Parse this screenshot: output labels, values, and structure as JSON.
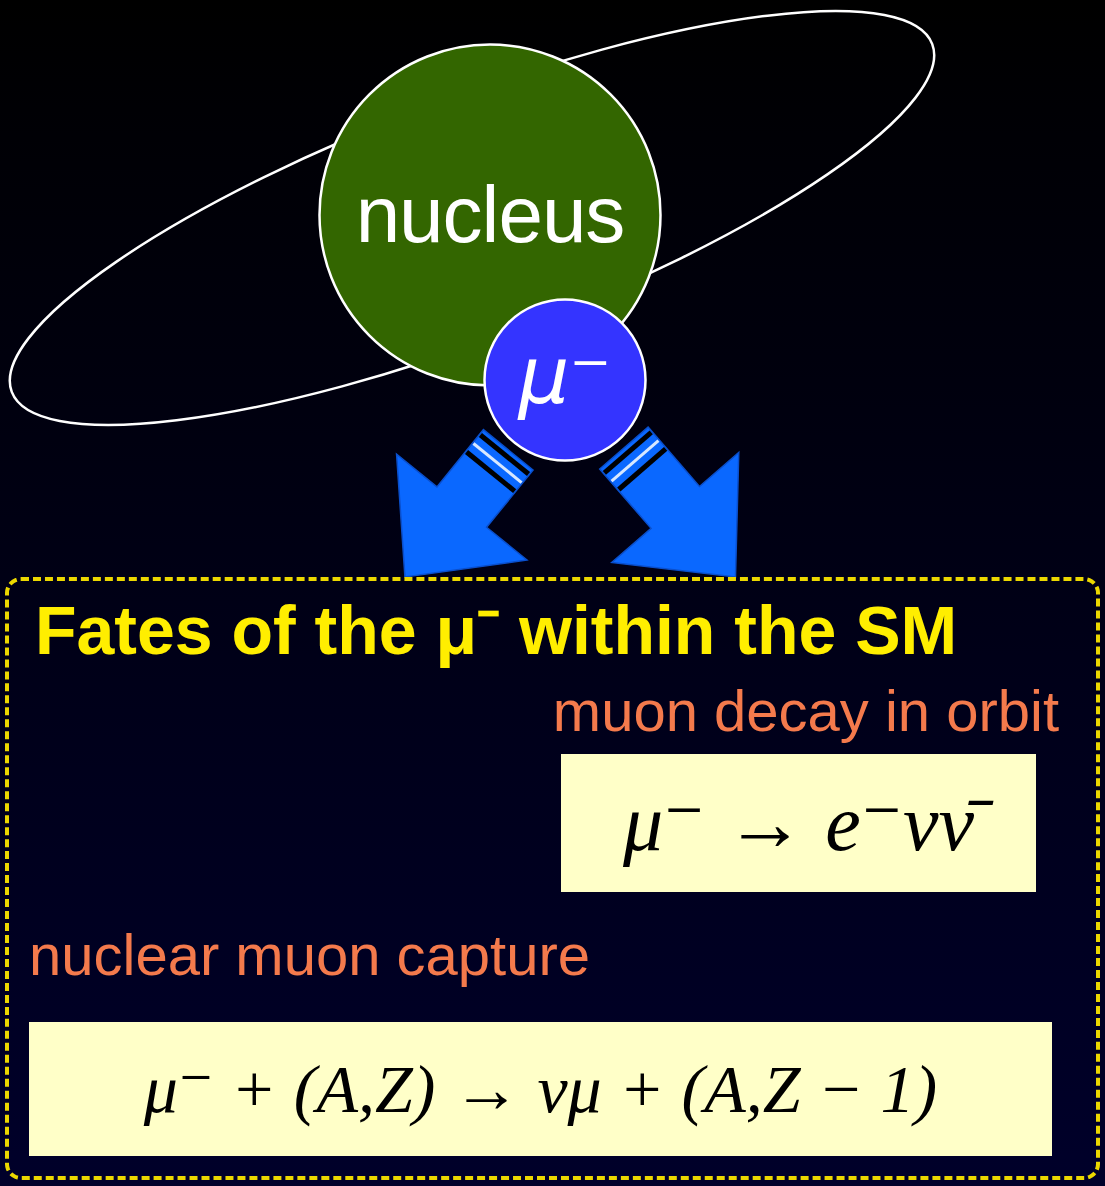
{
  "diagram": {
    "nodes": [
      {
        "text": [
          "nucleus"
        ]
      },
      {
        "text": [
          "μ⁻"
        ]
      },
      {
        "text": [
          "Fates of the μ⁻ within the SM"
        ]
      },
      {
        "text": [
          "muon decay in orbit",
          "μ⁻ → e⁻νν̄"
        ],
        "in": 2
      },
      {
        "text": [
          "nuclear muon capture",
          "μ⁻ + (A,Z) → νμ + (A,Z − 1)"
        ],
        "in": 2
      }
    ],
    "edges": [
      {
        "from": 1,
        "to": 2,
        "arrow": "to"
      },
      {
        "from": 1,
        "to": 2,
        "arrow": "to"
      }
    ]
  }
}
